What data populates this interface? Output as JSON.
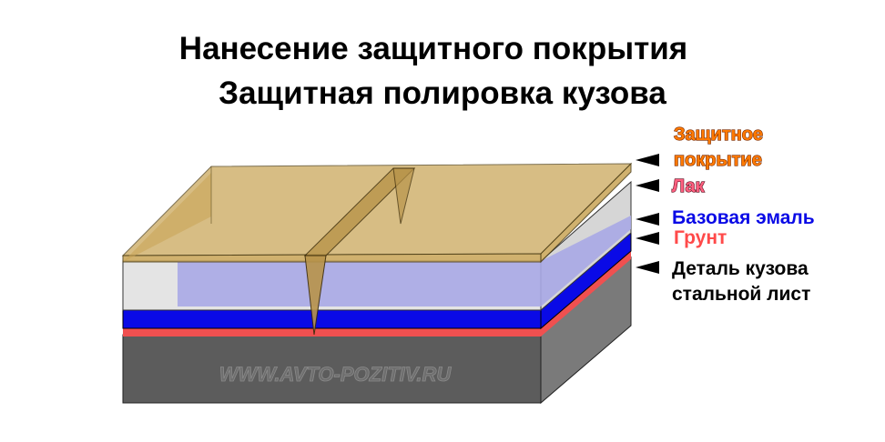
{
  "title": {
    "line1": "Нанесение защитного покрытия",
    "line2": "Защитная полировка кузова"
  },
  "labels": {
    "protective_line1": "Защитное",
    "protective_line2": "покрытие",
    "lacquer": "Лак",
    "base_enamel": "Базовая эмаль",
    "primer": "Грунт",
    "steel_line1": "Деталь кузова",
    "steel_line2": "стальной лист"
  },
  "watermark": "WWW.AVTO-POZITIV.RU",
  "colors": {
    "protective": "#c8a455",
    "lacquer": "#e6e6e6",
    "base_enamel": "#0a0ae6",
    "primer": "#f05050",
    "steel": "#5a5a5a",
    "label_orange": "#ff7a00",
    "label_pink": "#ff6080",
    "label_blue": "#0a0ae6",
    "label_red": "#ff4a4a"
  }
}
